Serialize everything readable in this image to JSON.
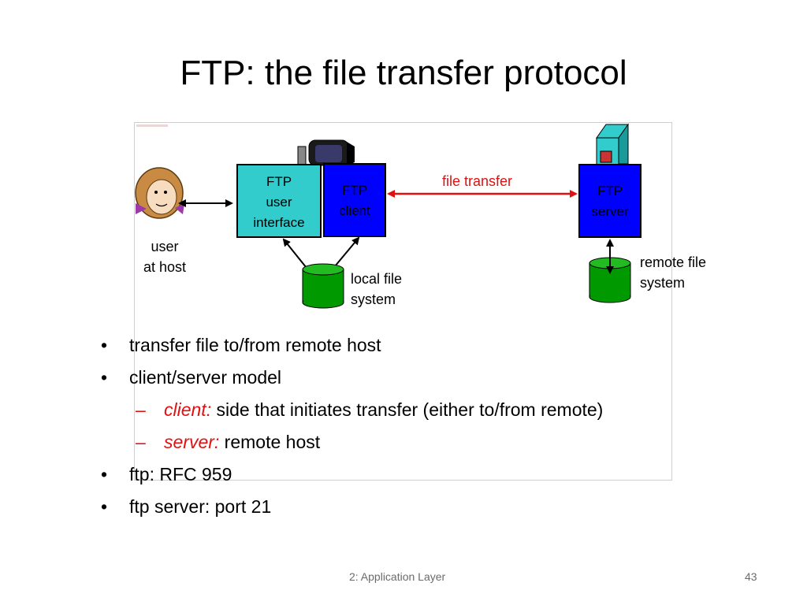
{
  "slide": {
    "title": "FTP: the file transfer protocol",
    "footer_center": "2: Application Layer",
    "page_number": "43"
  },
  "diagram": {
    "ftp_ui": [
      "FTP",
      "user",
      "interface"
    ],
    "ftp_client": [
      "FTP",
      "client"
    ],
    "ftp_server": [
      "FTP",
      "server"
    ],
    "file_transfer_label": "file transfer",
    "user_label": [
      "user",
      "at host"
    ],
    "local_fs_label": [
      "local file",
      "system"
    ],
    "remote_fs_label": [
      "remote file",
      "system"
    ],
    "colors": {
      "teal": "#33cccc",
      "blue": "#0000ff",
      "green": "#009900",
      "red": "#e21010"
    }
  },
  "bullets": [
    {
      "text": "transfer file to/from remote host"
    },
    {
      "text": "client/server model"
    },
    {
      "term": "client:",
      "text": " side that initiates transfer (either to/from remote)"
    },
    {
      "term": "server:",
      "text": " remote host"
    },
    {
      "text": "ftp: RFC 959"
    },
    {
      "text": "ftp server: port 21"
    }
  ]
}
